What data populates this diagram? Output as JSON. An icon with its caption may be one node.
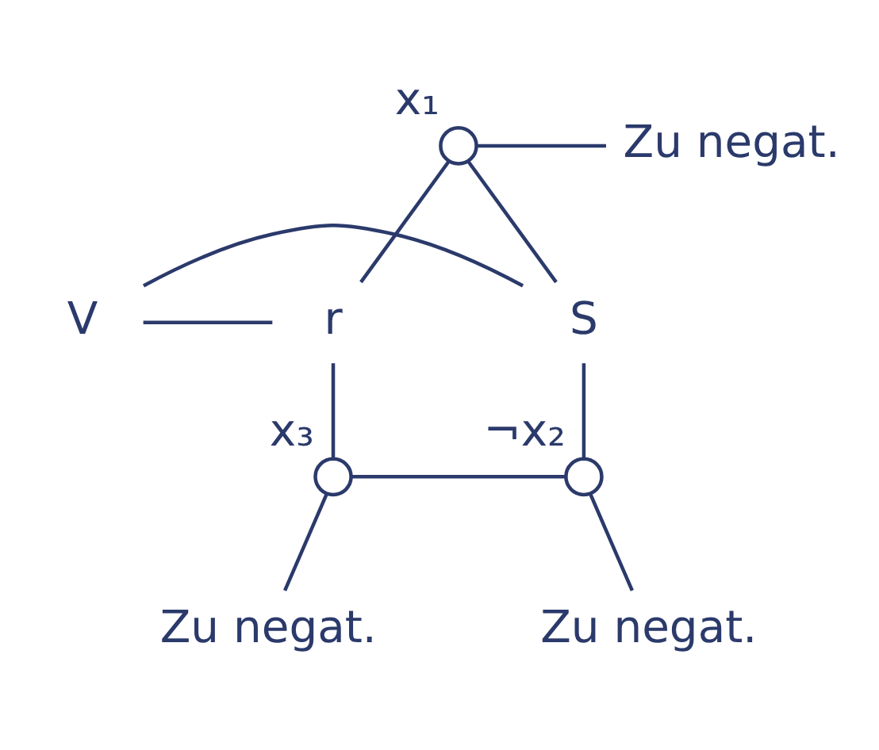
{
  "diagram": {
    "nodes": [
      {
        "text": [],
        "shape": "circle",
        "beside": [
          "x₁"
        ]
      },
      {
        "text": [
          "Zu negat."
        ]
      },
      {
        "text": [
          "V"
        ]
      },
      {
        "text": [
          "r"
        ]
      },
      {
        "text": [
          "S"
        ]
      },
      {
        "text": [],
        "shape": "circle",
        "beside": [
          "x₃"
        ]
      },
      {
        "text": [],
        "shape": "circle",
        "beside": [
          "¬x₂"
        ]
      },
      {
        "text": [
          "Zu negat."
        ]
      },
      {
        "text": [
          "Zu negat."
        ]
      }
    ],
    "edges": [
      {
        "from": 0,
        "to": 1,
        "arrow": "none"
      },
      {
        "from": 0,
        "to": 3,
        "arrow": "none"
      },
      {
        "from": 0,
        "to": 4,
        "arrow": "none"
      },
      {
        "from": 2,
        "to": 3,
        "arrow": "none"
      },
      {
        "from": 2,
        "to": 4,
        "arrow": "none"
      },
      {
        "from": 3,
        "to": 5,
        "arrow": "none"
      },
      {
        "from": 4,
        "to": 6,
        "arrow": "none"
      },
      {
        "from": 5,
        "to": 6,
        "arrow": "none"
      },
      {
        "from": 6,
        "to": 7,
        "arrow": "none"
      },
      {
        "from": 5,
        "to": 8,
        "arrow": "none"
      }
    ]
  }
}
